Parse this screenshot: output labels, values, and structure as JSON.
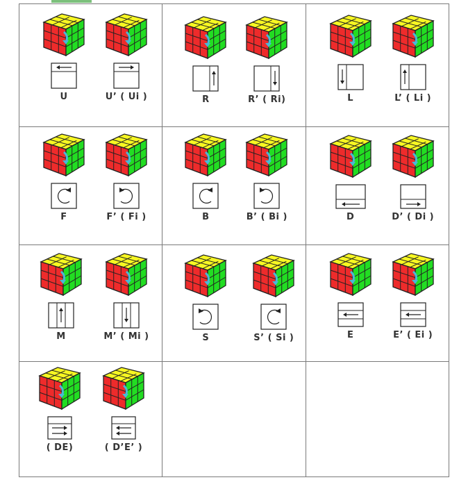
{
  "moves": [
    {
      "label": "U",
      "notation": "U",
      "sym": "h-arrow-left"
    },
    {
      "label": "U’ ( Ui )",
      "notation": "U'",
      "sym": "h-arrow-right"
    },
    {
      "label": "R",
      "notation": "R",
      "sym": "v-right-up"
    },
    {
      "label": "R’ ( Ri)",
      "notation": "R'",
      "sym": "v-right-down"
    },
    {
      "label": "L",
      "notation": "L",
      "sym": "v-left-down"
    },
    {
      "label": "L’ ( Li )",
      "notation": "L'",
      "sym": "v-left-up"
    },
    {
      "label": "F",
      "notation": "F",
      "sym": "rot-cw"
    },
    {
      "label": "F’ ( Fi )",
      "notation": "F'",
      "sym": "rot-ccw"
    },
    {
      "label": "B",
      "notation": "B",
      "sym": "rot-cw"
    },
    {
      "label": "B’ ( Bi )",
      "notation": "B'",
      "sym": "rot-ccw"
    },
    {
      "label": "D",
      "notation": "D",
      "sym": "h-bottom-left"
    },
    {
      "label": "D’ ( Di )",
      "notation": "D'",
      "sym": "h-bottom-right"
    },
    {
      "label": "M",
      "notation": "M",
      "sym": "v-mid-up"
    },
    {
      "label": "M’ ( Mi )",
      "notation": "M'",
      "sym": "v-mid-down"
    },
    {
      "label": "S",
      "notation": "S",
      "sym": "rot-ccw"
    },
    {
      "label": "S’ ( Si )",
      "notation": "S'",
      "sym": "rot-cw"
    },
    {
      "label": "E",
      "notation": "E",
      "sym": "h-mid-left"
    },
    {
      "label": "E’ ( Ei )",
      "notation": "E'",
      "sym": "h-mid-left"
    },
    {
      "label": "( DE)",
      "notation": "DE",
      "sym": "h-double-right"
    },
    {
      "label": "( D’E’ )",
      "notation": "D'E'",
      "sym": "h-double-left"
    }
  ],
  "colors": {
    "top": "#f7f722",
    "front": "#ee2b2b",
    "right": "#22dd22",
    "arrow": "#49b8d8",
    "frame": "#7a7a7a"
  }
}
